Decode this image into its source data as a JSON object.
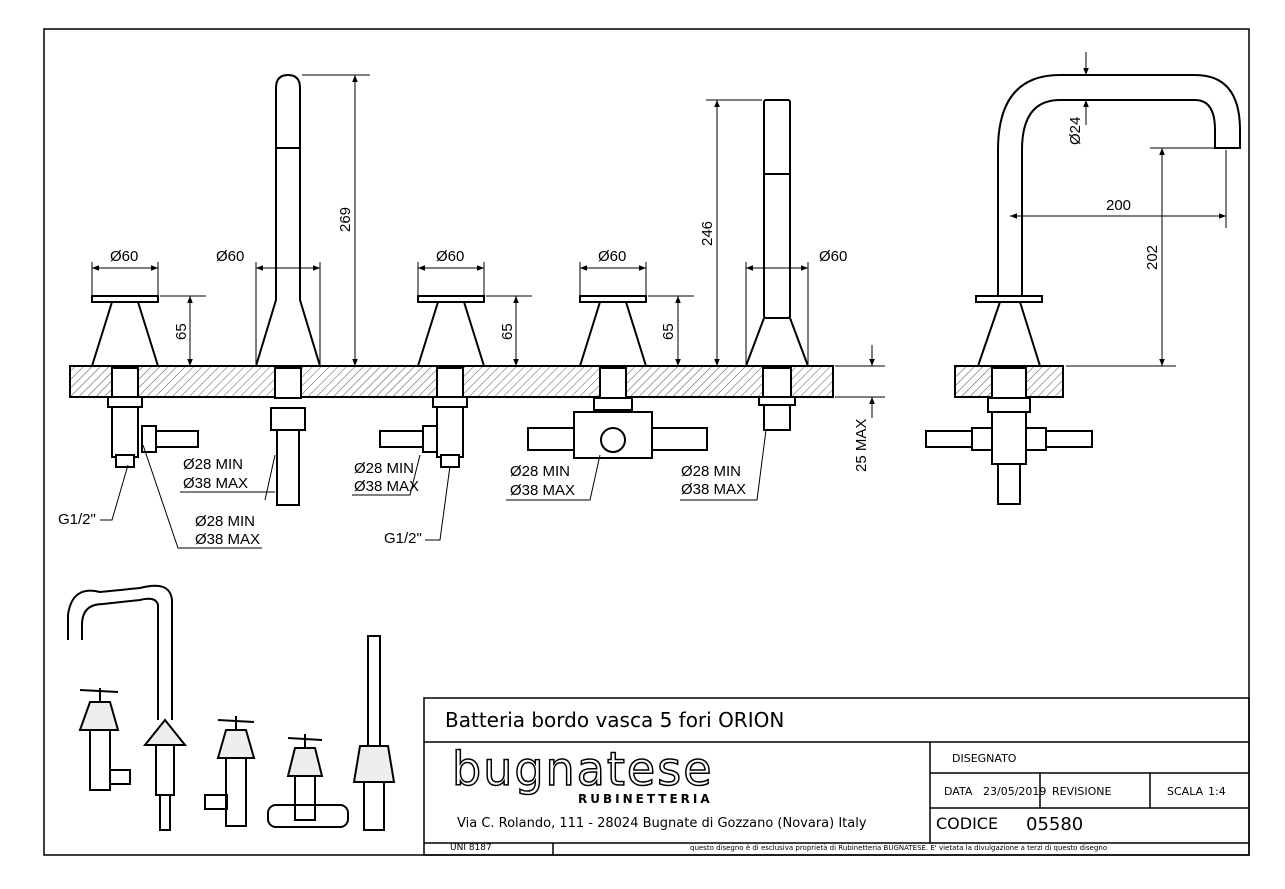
{
  "dimensions": {
    "d60": "Ø60",
    "h65": "65",
    "h269": "269",
    "h246": "246",
    "d28min": "Ø28 MIN",
    "d38max": "Ø38 MAX",
    "g12": "G1/2\"",
    "max25": "25 MAX",
    "d24": "Ø24",
    "w200": "200",
    "h202": "202"
  },
  "title_block": {
    "title": "Batteria bordo vasca 5 fori ORION",
    "brand": "bugnatese",
    "brand_sub": "RUBINETTERIA",
    "address": "Via C. Rolando, 111 - 28024 Bugnate di Gozzano (Novara) Italy",
    "disegnato_label": "DISEGNATO",
    "data_label": "DATA",
    "data_value": "23/05/2019",
    "revisione_label": "REVISIONE",
    "scala_label": "SCALA",
    "scala_value": "1:4",
    "codice_label": "CODICE",
    "codice_value": "05580",
    "uni": "UNI 8187",
    "disclaimer": "questo disegno è di esclusiva proprietà di Rubinetteria BUGNATESE. E' vietata la divulgazione a terzi di questo disegno"
  }
}
